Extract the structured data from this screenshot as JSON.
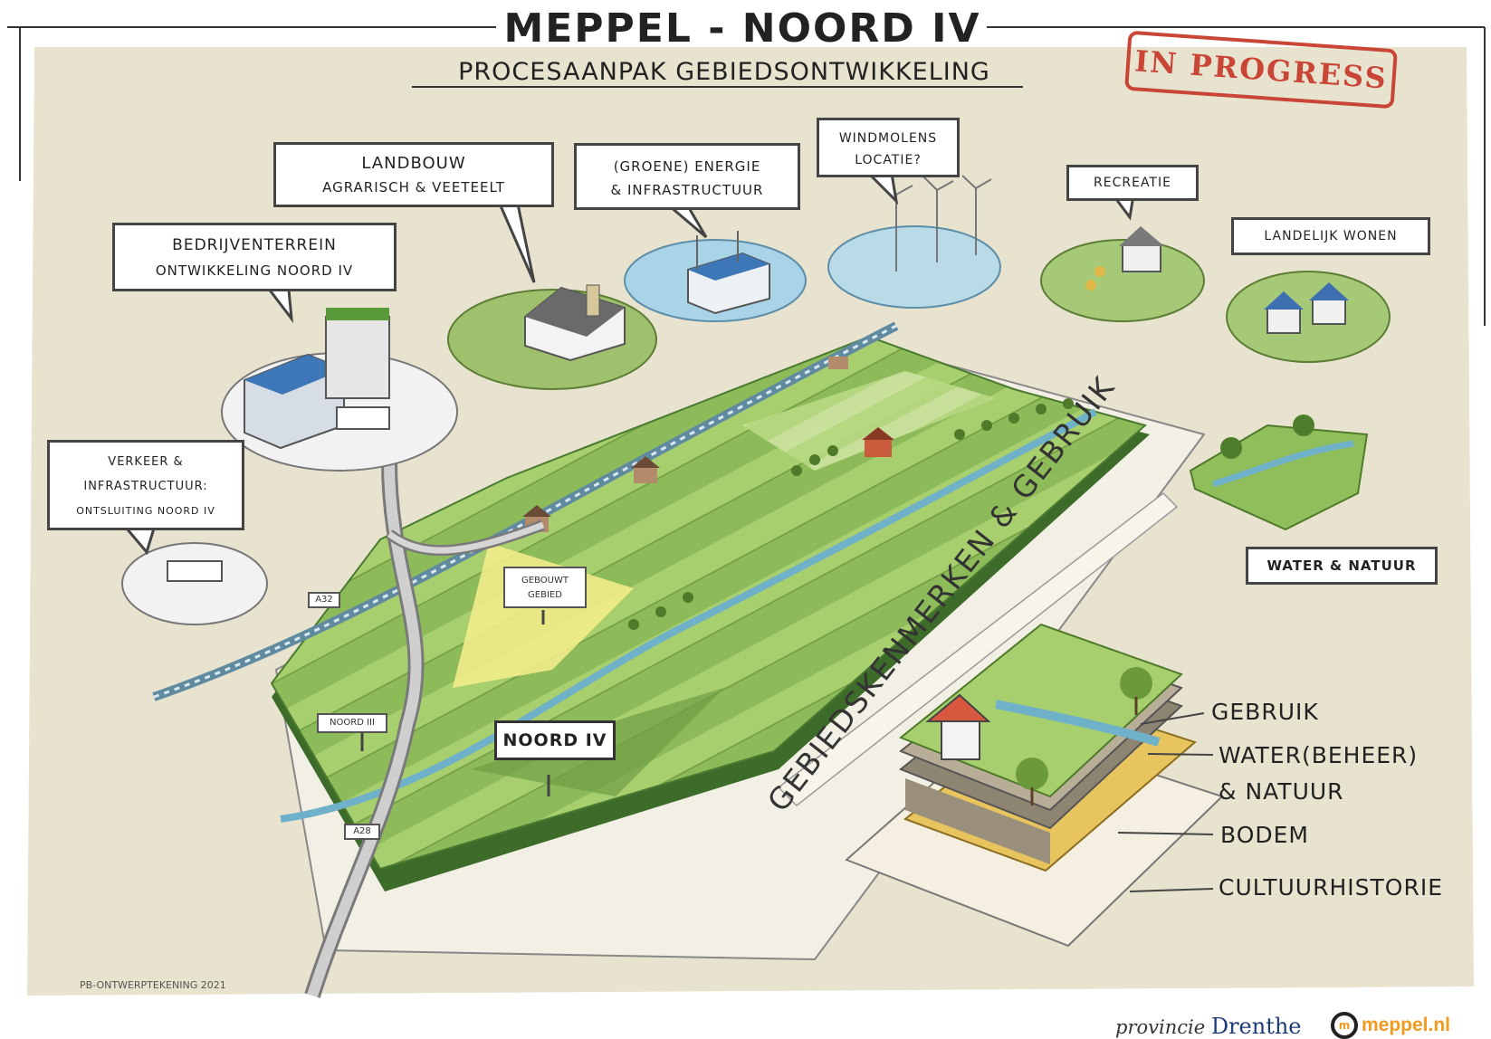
{
  "title": "MEPPEL - NOORD IV",
  "subtitle": "PROCESAANPAK GEBIEDSONTWIKKELING",
  "stamp": "IN PROGRESS",
  "callouts": {
    "landbouw": [
      "LANDBOUW",
      "AGRARISCH & VEETEELT"
    ],
    "energie": [
      "(GROENE) ENERGIE",
      "& INFRASTRUCTUUR"
    ],
    "windmolens": [
      "WINDMOLENS",
      "LOCATIE?"
    ],
    "recreatie": [
      "RECREATIE"
    ],
    "wonen": [
      "LANDELIJK WONEN"
    ],
    "bedrijventerrein": [
      "BEDRIJVENTERREIN",
      "ONTWIKKELING NOORD IV"
    ],
    "verkeer": [
      "VERKEER &",
      "INFRASTRUCTUUR:",
      "ONTSLUITING NOORD IV"
    ],
    "water_natuur": [
      "WATER & NATUUR"
    ]
  },
  "signs": {
    "noord_iv": "NOORD IV",
    "noord_iii": "NOORD III",
    "gebied_line1": "GEBOUWT",
    "gebied_line2": "GEBIED",
    "sign_small_1": "A32",
    "sign_small_2": "A28"
  },
  "diagonal_label": "GEBIEDSKENMERKEN & GEBRUIK",
  "layers": [
    "GEBRUIK",
    "WATER(BEHEER)",
    "& NATUUR",
    "BODEM",
    "CULTUURHISTORIE"
  ],
  "credit": "PB-ONTWERPTEKENING 2021",
  "logos": {
    "drenthe_prefix": "provincie",
    "drenthe_name": "Drenthe",
    "meppel": "meppel.nl",
    "meppel_mark": "m"
  }
}
